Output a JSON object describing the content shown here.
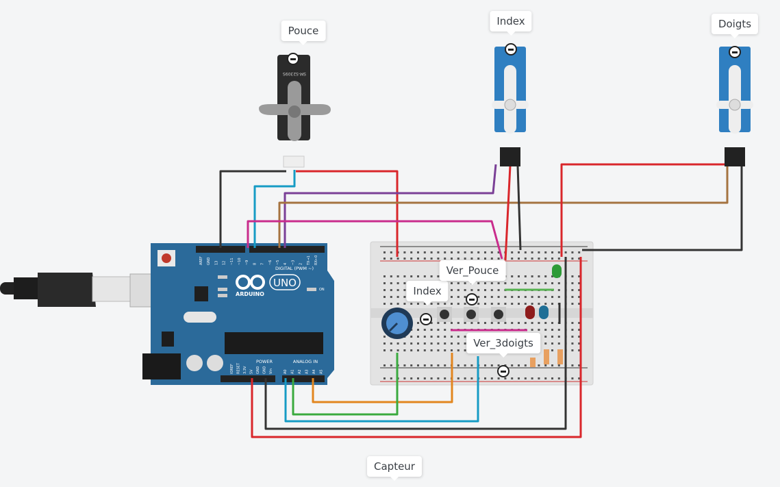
{
  "components": {
    "servo_pouce": {
      "label": "Pouce",
      "model": "SM-S2309S"
    },
    "servo_index": {
      "label": "Index"
    },
    "servo_doigts": {
      "label": "Doigts"
    },
    "pot_index": {
      "label": "Index"
    },
    "button_ver_pouce": {
      "label": "Ver_Pouce"
    },
    "button_ver_3doigts": {
      "label": "Ver_3doigts"
    },
    "capteur": {
      "label": "Capteur"
    }
  },
  "arduino": {
    "brand": "ARDUINO",
    "model": "UNO",
    "digital_label": "DIGITAL (PWM ~)",
    "power_label": "POWER",
    "analog_label": "ANALOG IN",
    "on_label": "ON",
    "digital_pins": [
      "AREF",
      "GND",
      "13",
      "12",
      "~11",
      "~10",
      "~9",
      "8",
      "7",
      "~6",
      "~5",
      "4",
      "~3",
      "2",
      "TX→1",
      "RX←0"
    ],
    "power_pins": [
      "IOREF",
      "RESET",
      "3.3V",
      "5V",
      "GND",
      "GND",
      "Vin"
    ],
    "analog_pins": [
      "A0",
      "A1",
      "A2",
      "A3",
      "A4",
      "A5"
    ]
  },
  "colors": {
    "background": "#f4f5f6",
    "arduino_board": "#2b6a9a",
    "servo_blue": "#2f7fc1",
    "wire_red": "#d9262b",
    "wire_black": "#333333",
    "wire_cyan": "#169bc4",
    "wire_purple": "#7a3f96",
    "wire_brown": "#a57340",
    "wire_magenta": "#c92c8c",
    "wire_orange": "#e2861f",
    "wire_green": "#3aaa3f"
  }
}
